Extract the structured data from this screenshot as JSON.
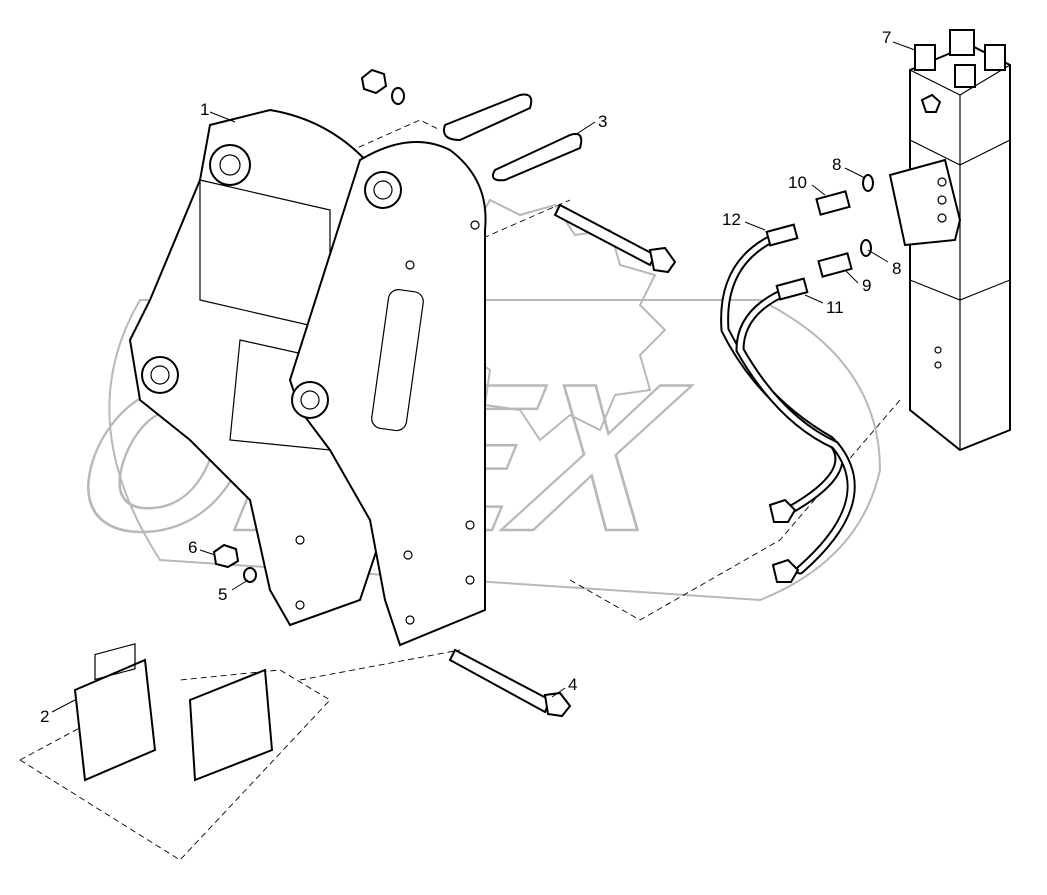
{
  "watermark": "OPEX",
  "corner_mark": "",
  "callouts": {
    "c1": "1",
    "c2": "2",
    "c3": "3",
    "c4": "4",
    "c5": "5",
    "c6": "6",
    "c7": "7",
    "c8a": "8",
    "c8b": "8",
    "c9": "9",
    "c10": "10",
    "c11": "11",
    "c12": "12"
  }
}
